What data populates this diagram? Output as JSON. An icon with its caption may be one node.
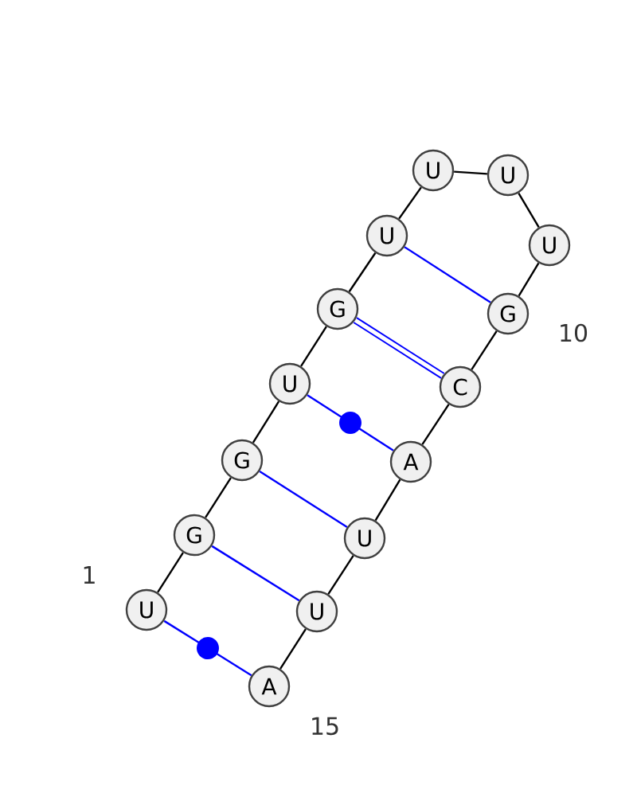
{
  "diagram": {
    "nodes": [
      {
        "text": [
          "U"
        ],
        "beside": [
          "1"
        ]
      },
      {
        "text": [
          "G"
        ]
      },
      {
        "text": [
          "G"
        ]
      },
      {
        "text": [
          "U"
        ]
      },
      {
        "text": [
          "G"
        ]
      },
      {
        "text": [
          "U"
        ]
      },
      {
        "text": [
          "U"
        ]
      },
      {
        "text": [
          "U"
        ]
      },
      {
        "text": [
          "U"
        ]
      },
      {
        "text": [
          "G"
        ],
        "beside": [
          "10"
        ]
      },
      {
        "text": [
          "C"
        ]
      },
      {
        "text": [
          "A"
        ]
      },
      {
        "text": [
          "U"
        ]
      },
      {
        "text": [
          "U"
        ]
      },
      {
        "text": [
          "A"
        ],
        "beside": [
          "15"
        ]
      }
    ],
    "edges": [
      {
        "from": 0,
        "to": 1,
        "arrow": "none"
      },
      {
        "from": 1,
        "to": 2,
        "arrow": "none"
      },
      {
        "from": 2,
        "to": 3,
        "arrow": "none"
      },
      {
        "from": 3,
        "to": 4,
        "arrow": "none"
      },
      {
        "from": 4,
        "to": 5,
        "arrow": "none"
      },
      {
        "from": 5,
        "to": 6,
        "arrow": "none"
      },
      {
        "from": 6,
        "to": 7,
        "arrow": "none"
      },
      {
        "from": 7,
        "to": 8,
        "arrow": "none"
      },
      {
        "from": 8,
        "to": 9,
        "arrow": "none"
      },
      {
        "from": 9,
        "to": 10,
        "arrow": "none"
      },
      {
        "from": 10,
        "to": 11,
        "arrow": "none"
      },
      {
        "from": 11,
        "to": 12,
        "arrow": "none"
      },
      {
        "from": 12,
        "to": 13,
        "arrow": "none"
      },
      {
        "from": 13,
        "to": 14,
        "arrow": "none"
      },
      {
        "from": 0,
        "to": 14,
        "arrow": "none",
        "color": "#0000ff"
      },
      {
        "from": 1,
        "to": 13,
        "arrow": "none",
        "color": "#0000ff"
      },
      {
        "from": 2,
        "to": 12,
        "arrow": "none",
        "color": "#0000ff"
      },
      {
        "from": 3,
        "to": 11,
        "arrow": "none",
        "color": "#0000ff"
      },
      {
        "from": 4,
        "to": 10,
        "arrow": "none",
        "color": "#0000ff",
        "style": "thick"
      },
      {
        "from": 5,
        "to": 9,
        "arrow": "none",
        "color": "#0000ff"
      }
    ]
  }
}
